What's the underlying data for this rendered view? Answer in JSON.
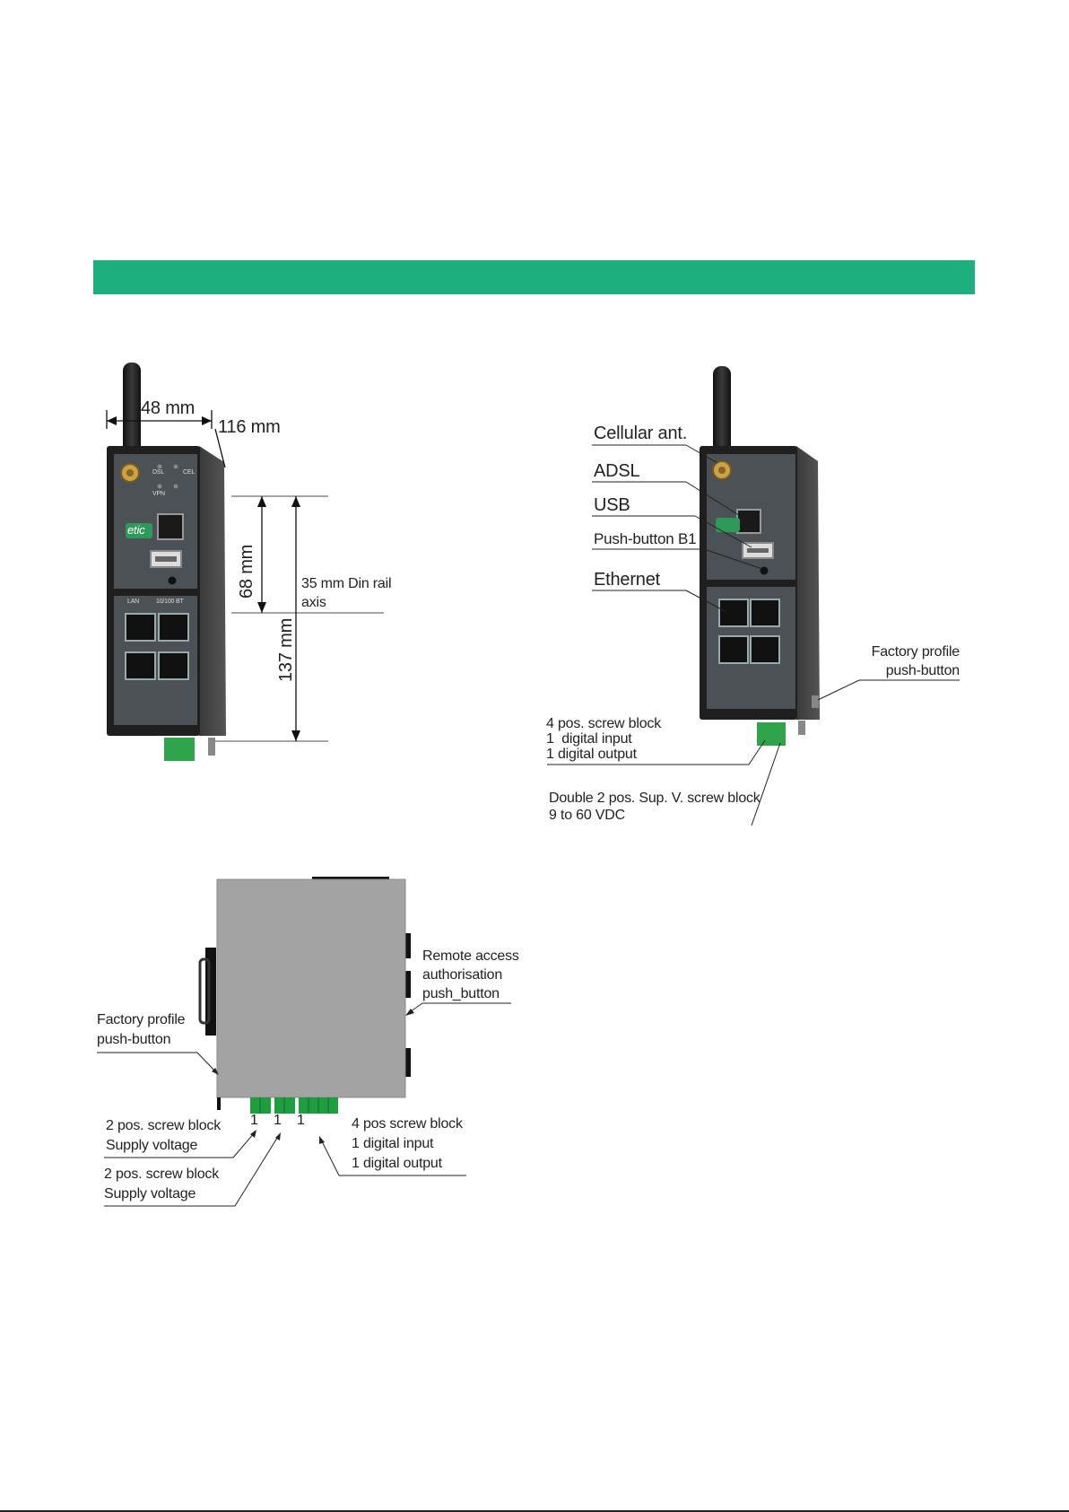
{
  "header": {
    "band_color": "#1daf7e"
  },
  "front_view": {
    "brand": "etic",
    "dim_width": "48 mm",
    "dim_depth": "116 mm",
    "dim_68": "68 mm",
    "dim_137": "137 mm",
    "din_rail": "35 mm Din rail\naxis",
    "led_labels": {
      "dsl": "DSL",
      "cel": "CEL",
      "vpn": "VPN",
      "lan": "LAN",
      "bt": "10/100 BT"
    }
  },
  "connectors_view": {
    "cellular": "Cellular ant.",
    "adsl": "ADSL",
    "usb": "USB",
    "push_b1": "Push-button B1",
    "ethernet": "Ethernet",
    "factory_profile": "Factory profile\npush-button",
    "screw_block_4": "4 pos. screw block\n1  digital input\n1 digital output",
    "double_screw": "Double 2 pos. Sup. V. screw block\n9 to 60 VDC"
  },
  "bottom_view": {
    "remote_access": "Remote access\nauthorisation\npush_button",
    "factory_profile": "Factory profile\npush-button",
    "screw_supply_1": "2 pos. screw block\nSupply voltage",
    "screw_supply_2": "2 pos. screw block\nSupply voltage",
    "screw_io": "4 pos screw block\n1 digital input\n1 digital output",
    "pin_mark_1": "1",
    "pin_mark_2": "1",
    "pin_mark_3": "1"
  }
}
